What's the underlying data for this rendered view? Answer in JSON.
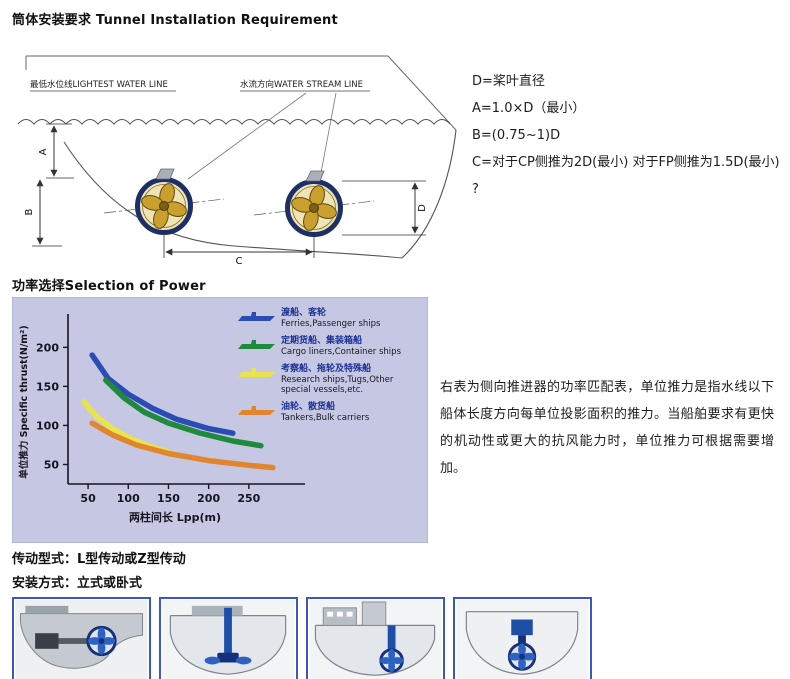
{
  "sections": {
    "tunnel_title": "筒体安装要求 Tunnel Installation Requirement",
    "power_title": "功率选择Selection of Power",
    "transmission_line": "传动型式：L型传动或Z型传动",
    "installation_line": "安装方式：立式或卧式"
  },
  "diagram": {
    "labels": {
      "lightest_water_line": "最低水位线LIGHTEST WATER LINE",
      "water_stream_line": "水流方向WATER STREAM LINE",
      "dim_a": "A",
      "dim_b": "B",
      "dim_c": "C",
      "dim_d": "D"
    }
  },
  "requirements": {
    "lines": [
      "D=桨叶直径",
      "A=1.0×D（最小）",
      "B=(0.75~1)D",
      "C=对于CP侧推为2D(最小) 对于FP侧推为1.5D(最小)",
      "?"
    ]
  },
  "power_note": "右表为侧向推进器的功率匹配表，单位推力是指水线以下船体长度方向每单位投影面积的推力。当船舶要求有更快的机动性或更大的抗风能力时，单位推力可根据需要增加。",
  "chart_data": {
    "type": "line",
    "title": "",
    "xlabel": "两柱间长 Lpp(m)",
    "ylabel": "单位推力 Specific thrust(N/m²)",
    "x_ticks": [
      50,
      100,
      150,
      200,
      250
    ],
    "y_ticks": [
      50,
      100,
      150,
      200
    ],
    "xlim": [
      25,
      295
    ],
    "ylim": [
      25,
      235
    ],
    "grid": false,
    "legend_position": "top-right",
    "background": "#c6c8e3",
    "series": [
      {
        "name_zh": "渡船、客轮",
        "name_en": "Ferries,Passenger ships",
        "color": "#2b4bb5",
        "x": [
          55,
          75,
          100,
          130,
          160,
          200,
          230
        ],
        "y": [
          190,
          160,
          140,
          122,
          108,
          96,
          90
        ]
      },
      {
        "name_zh": "定期货船、集装箱船",
        "name_en": "Cargo liners,Container ships",
        "color": "#1e8a3c",
        "x": [
          72,
          95,
          120,
          150,
          190,
          230,
          265
        ],
        "y": [
          158,
          135,
          117,
          103,
          90,
          80,
          74
        ]
      },
      {
        "name_zh": "考察船、拖轮及特殊船",
        "name_en": "Research ships,Tugs,Other special vessels,etc.",
        "color": "#e8e44a",
        "x": [
          45,
          60,
          80,
          105,
          130,
          150
        ],
        "y": [
          130,
          112,
          96,
          82,
          72,
          66
        ]
      },
      {
        "name_zh": "油轮、散货船",
        "name_en": "Tankers,Bulk carriers",
        "color": "#e2862e",
        "x": [
          55,
          80,
          110,
          150,
          200,
          250,
          280
        ],
        "y": [
          103,
          88,
          75,
          64,
          55,
          49,
          46
        ]
      }
    ]
  }
}
